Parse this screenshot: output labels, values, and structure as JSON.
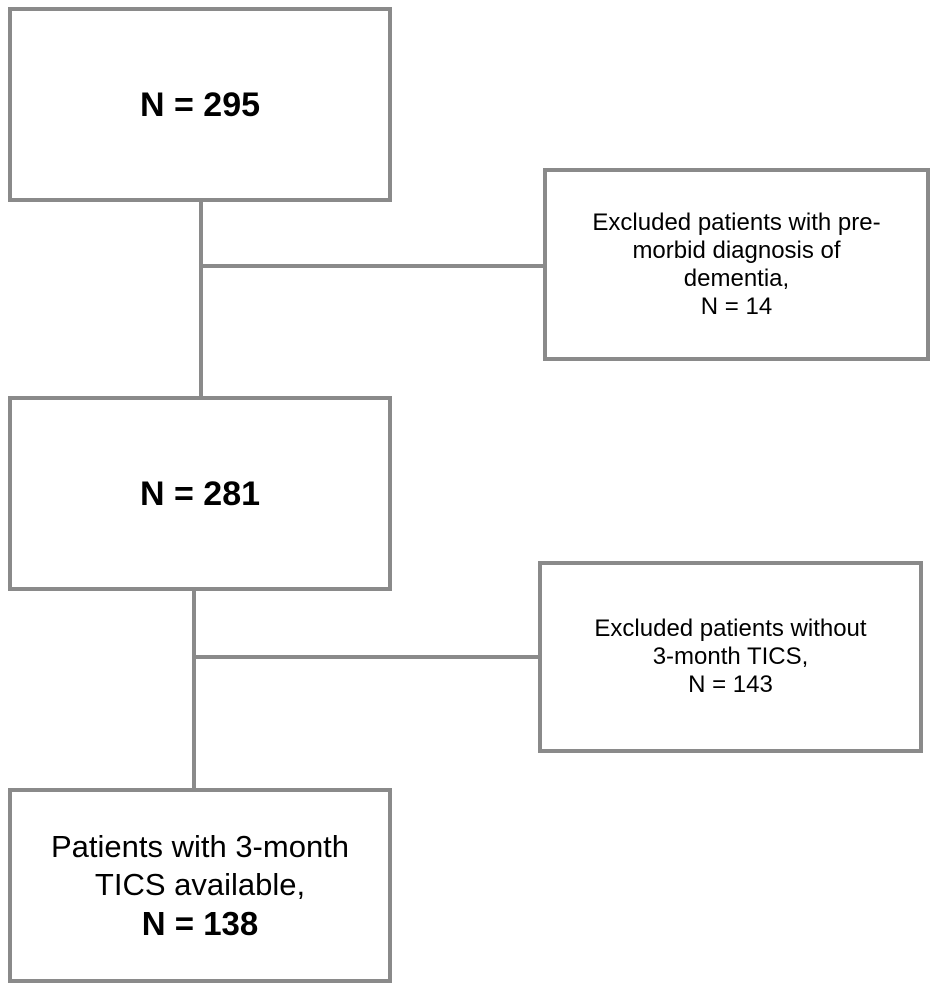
{
  "diagram": {
    "box1": {
      "label": "N = 295"
    },
    "exclusion1": {
      "lines": [
        "Excluded patients with pre-",
        "morbid diagnosis of",
        "dementia,",
        "N = 14"
      ]
    },
    "box2": {
      "label": "N = 281"
    },
    "exclusion2": {
      "lines": [
        "Excluded patients without",
        "3-month TICS,",
        "N = 143"
      ]
    },
    "box3": {
      "lines": [
        "Patients with 3-month",
        "TICS available,"
      ],
      "count": "N = 138"
    },
    "colors": {
      "border": "#8a8a8a",
      "text": "#000000",
      "background": "#ffffff"
    }
  }
}
